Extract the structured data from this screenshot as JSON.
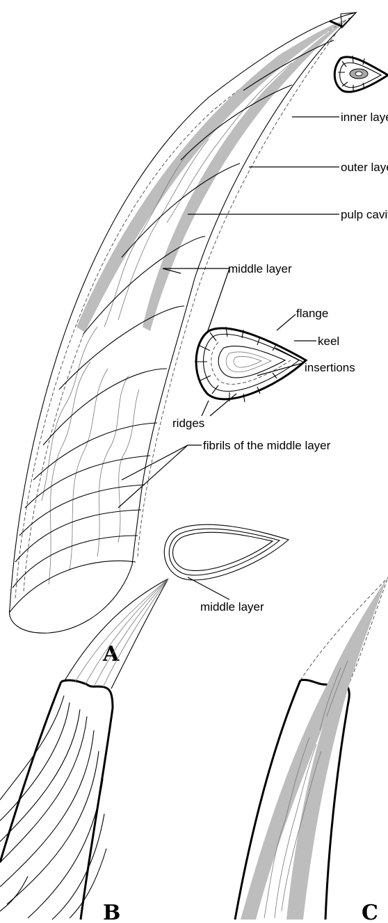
{
  "labels": {
    "inner_layer": "inner layer",
    "outer_layer": "outer layer",
    "pulp_cavity": "pulp cavity",
    "middle_layer": "middle layer",
    "flange": "flange",
    "keel": "keel",
    "insertions": "insertions",
    "ridges": "ridges",
    "fibrils": "fibrils of the middle layer",
    "middle_layer_section": "middle layer"
  },
  "panels": {
    "a": "A",
    "b": "B",
    "c": "C"
  },
  "colors": {
    "ink": "#000000",
    "pulp": "#bdbdbd",
    "fibril": "#777777"
  }
}
